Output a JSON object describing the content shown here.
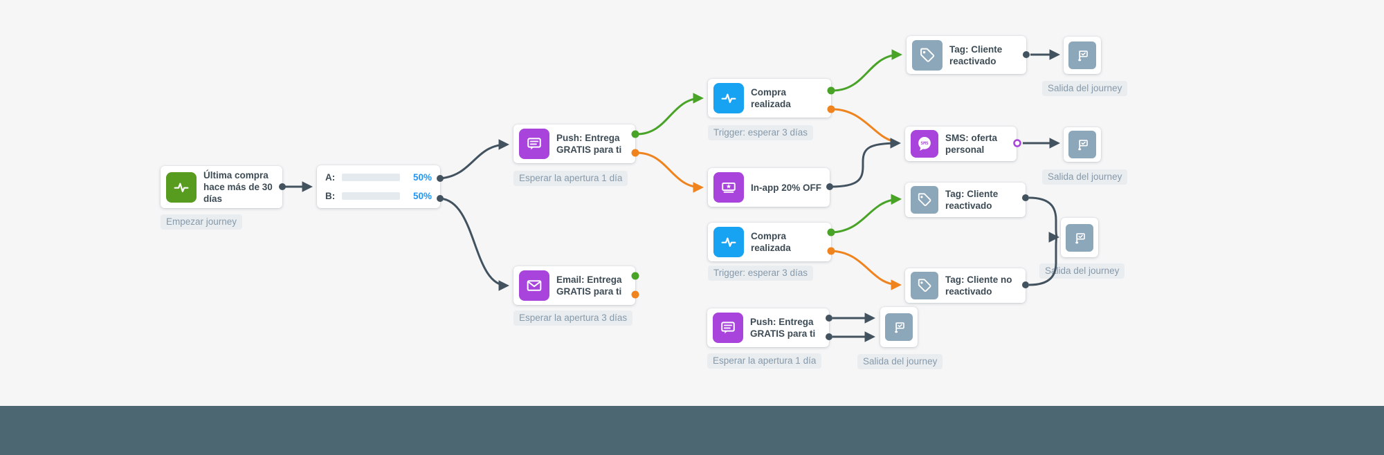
{
  "canvas": {
    "background_color": "#f6f6f7",
    "footer_color": "#4c6771"
  },
  "colors": {
    "connector_default": "#42525f",
    "branch_positive": "#48a327",
    "branch_negative": "#ef831d",
    "ab_bar": "#2196f3",
    "icon_start_green": "#579c1e",
    "icon_event_blue": "#17a3f1",
    "icon_message_purple": "#a844dc",
    "icon_tag_slate": "#8ca6ba",
    "badge_bg": "#e9edf0",
    "badge_text": "#8599aa",
    "node_title": "#3d4b55"
  },
  "nodes": {
    "start": {
      "title": "Última compra hace más de 30 días",
      "badge": "Empezar journey"
    },
    "ab": {
      "rows": [
        {
          "label": "A:",
          "percent": "50%"
        },
        {
          "label": "B:",
          "percent": "50%"
        }
      ]
    },
    "push_a": {
      "title": "Push: Entrega GRATIS para ti",
      "badge": "Esperar la apertura 1 día"
    },
    "purchase_a": {
      "title": "Compra realizada",
      "badge": "Trigger: esperar 3 días"
    },
    "inapp": {
      "title": "In-app 20% OFF"
    },
    "sms": {
      "title": "SMS: oferta personal"
    },
    "tag_react_a": {
      "title": "Tag: Cliente reactivado"
    },
    "exit_a": {
      "label": "Salida del journey"
    },
    "exit_sms": {
      "label": "Salida del journey"
    },
    "email_b": {
      "title": "Email: Entrega GRATIS para ti",
      "badge": "Esperar la apertura 3 días"
    },
    "purchase_b": {
      "title": "Compra realizada",
      "badge": "Trigger: esperar 3 días"
    },
    "tag_react_b": {
      "title": "Tag: Cliente reactivado"
    },
    "tag_noreact_b": {
      "title": "Tag: Cliente no reactivado"
    },
    "exit_b": {
      "label": "Salida del journey"
    },
    "push_b": {
      "title": "Push: Entrega GRATIS para ti",
      "badge": "Esperar la apertura 1 día"
    },
    "exit_push_b": {
      "label": "Salida del journey"
    }
  }
}
